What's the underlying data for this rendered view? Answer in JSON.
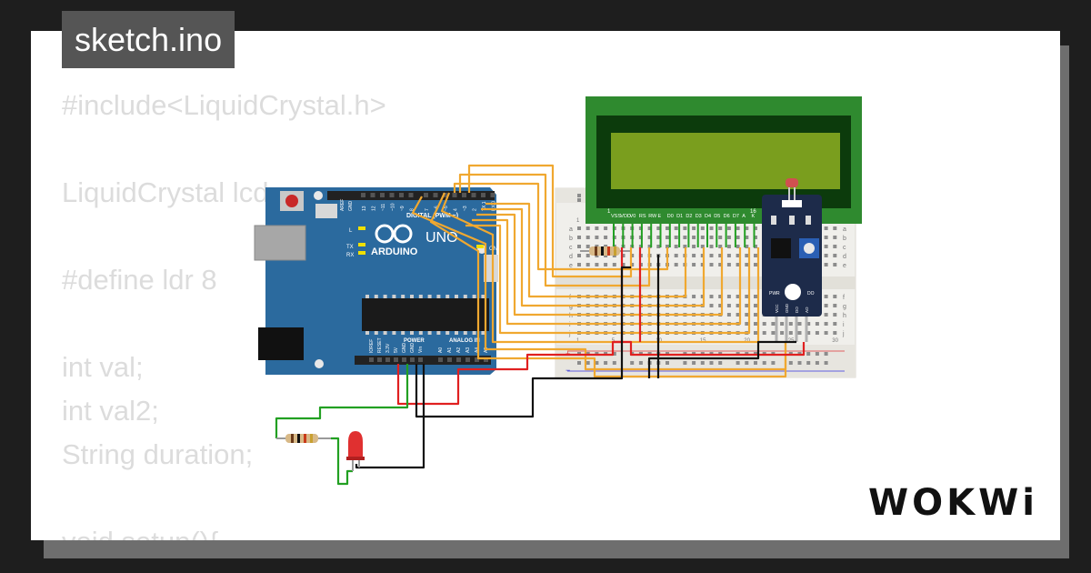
{
  "tab": {
    "filename": "sketch.ino"
  },
  "code_lines": [
    "#include<LiquidCrystal.h>",
    "",
    "LiquidCrystal lcd",
    "",
    "#define ldr 8",
    "",
    "int val;",
    "int val2;",
    "String duration;",
    "",
    "void setup(){"
  ],
  "arduino": {
    "model": "UNO",
    "brand": "ARDUINO",
    "digital_label": "DIGITAL (PWM ~)",
    "power_label": "POWER",
    "analog_label": "ANALOG IN",
    "aref": "AREF",
    "gnd": "GND",
    "pins_top": [
      "13",
      "12",
      "~11",
      "~10",
      "~9",
      "8",
      "7",
      "~6",
      "~5",
      "4",
      "~3",
      "2",
      "TX 1",
      "RX 0"
    ],
    "pins_power": [
      "IOREF",
      "RESET",
      "3.3V",
      "5V",
      "GND",
      "GND",
      "Vin"
    ],
    "pins_analog": [
      "A0",
      "A1",
      "A2",
      "A3",
      "A4",
      "A5"
    ],
    "led_l": "L",
    "led_tx": "TX",
    "led_rx": "RX",
    "led_on": "ON"
  },
  "lcd": {
    "pins": [
      "VSS",
      "VDD",
      "V0",
      "RS",
      "RW",
      "E",
      "D0",
      "D1",
      "D2",
      "D3",
      "D4",
      "D5",
      "D6",
      "D7",
      "A",
      "K"
    ],
    "pin_first": "1",
    "pin_last": "16"
  },
  "breadboard": {
    "rows_top": [
      "a",
      "b",
      "c",
      "d",
      "e"
    ],
    "rows_bottom": [
      "f",
      "g",
      "h",
      "i",
      "j"
    ],
    "col_numbers": [
      "1",
      "5",
      "10",
      "15",
      "20",
      "25",
      "30"
    ],
    "rail_plus": "+",
    "rail_minus": "−"
  },
  "ldr_module": {
    "pins": [
      "VCC",
      "GND",
      "DO",
      "AO"
    ],
    "led_labels": [
      "PWR",
      "DO"
    ]
  },
  "logo": {
    "text": "WOKWi"
  },
  "colors": {
    "arduino_board": "#2b6a9e",
    "lcd_frame": "#2f8a2f",
    "lcd_screen": "#7a9e1e",
    "wire_orange": "#f0a830",
    "wire_red": "#e02020",
    "wire_green": "#22a022",
    "wire_black": "#111111",
    "led_red": "#e03030",
    "module_board": "#1d2b4a"
  }
}
